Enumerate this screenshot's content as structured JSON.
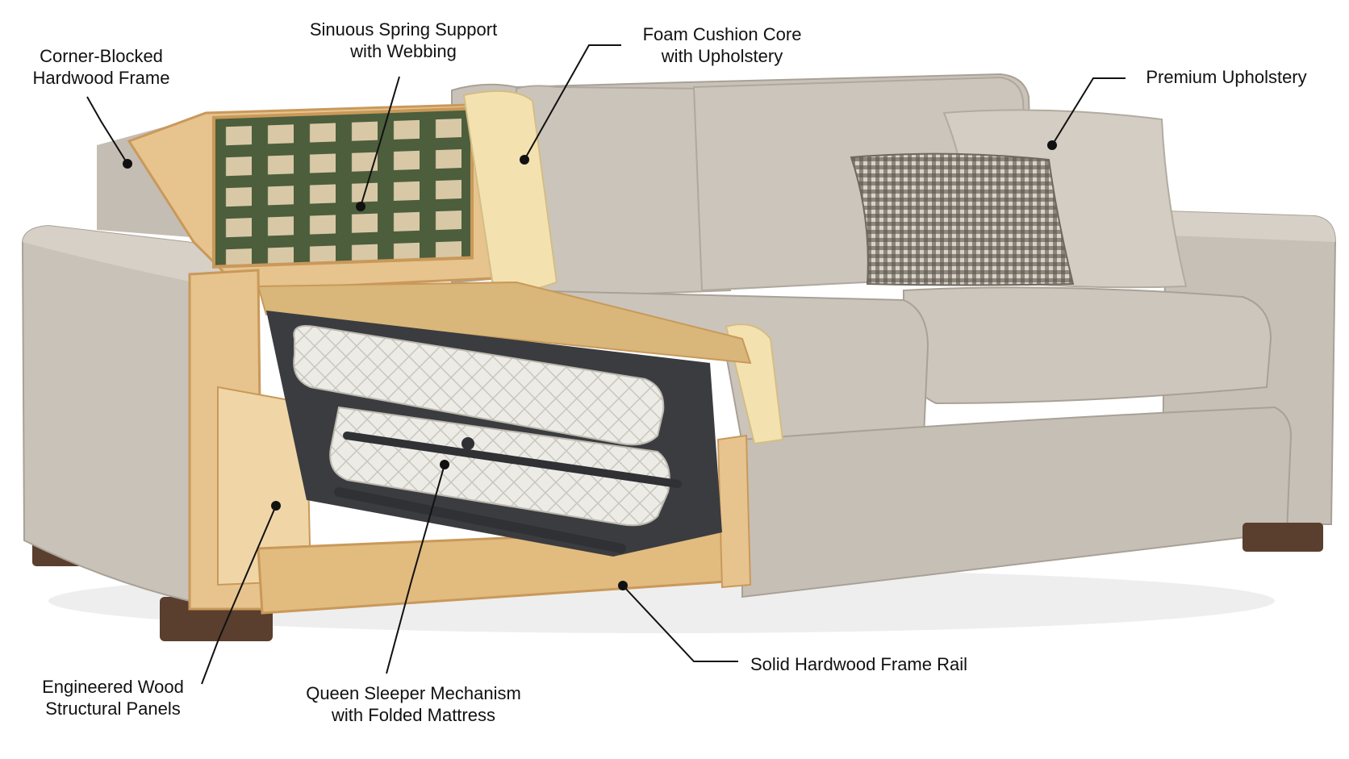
{
  "colors": {
    "fabric": "#c9c2b9",
    "fabric_dark": "#a9a196",
    "fabric_light": "#d8d2ca",
    "wood": "#e7c48e",
    "wood_dark": "#c9995a",
    "webbing": "#4c5e3c",
    "foam": "#f3e2b0",
    "metal": "#2f3134",
    "mattress": "#ecebe6",
    "legs": "#5a3e2e",
    "leader": "#111111"
  },
  "labels": {
    "corner_frame": [
      "Corner-Blocked",
      "Hardwood Frame"
    ],
    "spring_support": [
      "Sinuous Spring Support",
      "with Webbing"
    ],
    "foam_core": [
      "Foam Cushion Core",
      "with Upholstery"
    ],
    "upholstery": [
      "Premium Upholstery"
    ],
    "wood_panels": [
      "Engineered Wood",
      "Structural Panels"
    ],
    "sleeper": [
      "Queen Sleeper Mechanism",
      "with Folded Mattress"
    ],
    "frame_rail": [
      "Solid Hardwood Frame Rail"
    ]
  },
  "icons": [
    "leader-line",
    "leader-dot"
  ]
}
